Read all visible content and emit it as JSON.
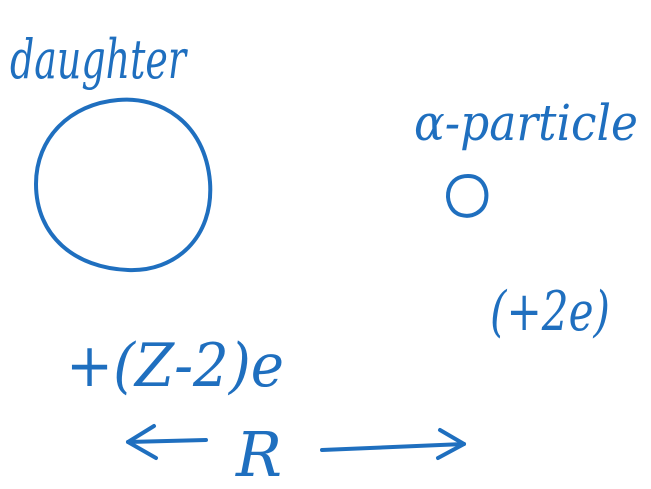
{
  "diagram": {
    "ink_color": "#1f6fbf",
    "labels": {
      "daughter": "daughter",
      "alpha_particle": "α-particle",
      "daughter_charge": "+(Z-2)e",
      "alpha_charge": "(+2e)",
      "separation": "R"
    }
  }
}
